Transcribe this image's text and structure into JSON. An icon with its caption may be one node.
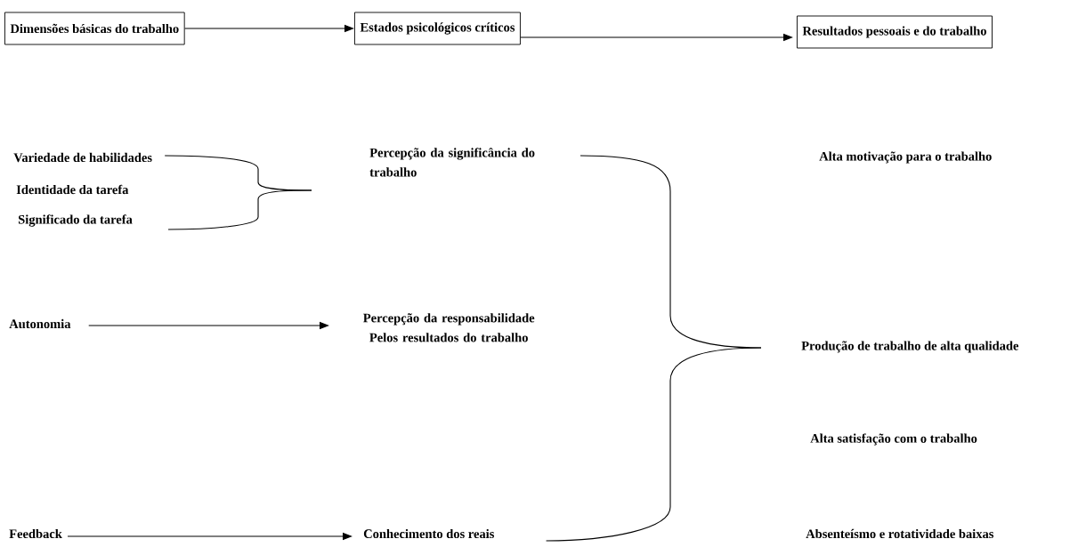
{
  "diagram": {
    "nodes": [
      {
        "text": [
          "Dimensões básicas do trabalho"
        ]
      },
      {
        "text": [
          "Estados psicológicos críticos"
        ]
      },
      {
        "text": [
          "Resultados pessoais e do trabalho"
        ]
      },
      {
        "text": [
          "Variedade de habilidades"
        ]
      },
      {
        "text": [
          "Identidade da tarefa"
        ]
      },
      {
        "text": [
          "Significado da tarefa"
        ]
      },
      {
        "text": [
          "Percepção da significância do trabalho"
        ]
      },
      {
        "text": [
          "Alta motivação para o trabalho"
        ]
      },
      {
        "text": [
          "Autonomia"
        ]
      },
      {
        "text": [
          "Percepção da responsabilidade Pelos resultados do trabalho"
        ]
      },
      {
        "text": [
          "Produção de trabalho de alta qualidade"
        ]
      },
      {
        "text": [
          "Alta satisfação com o trabalho"
        ]
      },
      {
        "text": [
          "Feedback"
        ]
      },
      {
        "text": [
          "Conhecimento dos reais"
        ]
      },
      {
        "text": [
          "Absenteísmo e rotatividade baixas"
        ]
      }
    ],
    "edges": [
      {
        "from": 0,
        "to": 1,
        "arrow": "to"
      },
      {
        "from": 1,
        "to": 2,
        "arrow": "to"
      },
      {
        "from": 3,
        "to": 6,
        "arrow": "none"
      },
      {
        "from": 5,
        "to": 6,
        "arrow": "none"
      },
      {
        "from": 8,
        "to": 9,
        "arrow": "to"
      },
      {
        "from": 12,
        "to": 13,
        "arrow": "to"
      },
      {
        "from": 6,
        "to": 10,
        "arrow": "none"
      },
      {
        "from": 13,
        "to": 10,
        "arrow": "none"
      }
    ]
  }
}
